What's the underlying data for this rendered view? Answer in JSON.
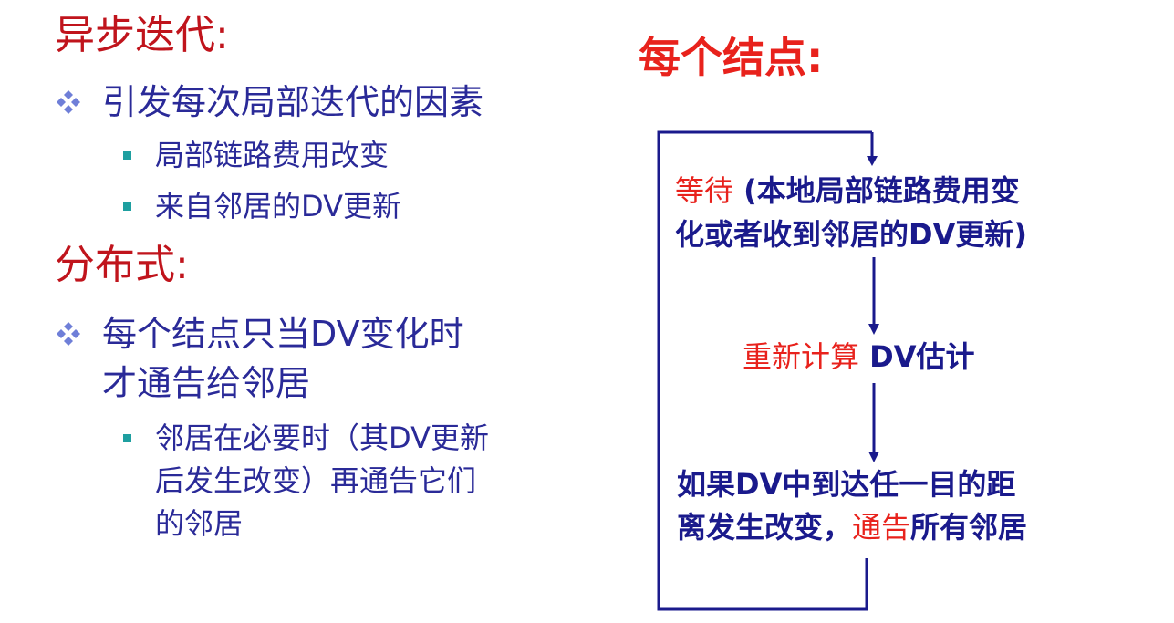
{
  "left": {
    "heading1": "异步迭代:",
    "bullet1": "引发每次局部迭代的因素",
    "sub1": [
      "局部链路费用改变",
      "来自邻居的DV更新"
    ],
    "heading2": "分布式:",
    "bullet2_line1": "每个结点只当DV变化时",
    "bullet2_line2": "才通告给邻居",
    "sub2_lines": [
      "邻居在必要时（其DV更新",
      "后发生改变）再通告它们",
      "的邻居"
    ]
  },
  "right": {
    "title": "每个结点:",
    "step1_red": "等待",
    "step1_line1_rest": " (本地局部链路费用变",
    "step1_line2": "化或者收到邻居的DV更新)",
    "step2_red": "重新计算",
    "step2_rest": " DV估计",
    "step3_line1": "如果DV中到达任一目的距",
    "step3_line2_a": "离发生改变，",
    "step3_line2_red": "通告",
    "step3_line2_b": "所有邻居"
  },
  "colors": {
    "heading_red": "#c0141c",
    "accent_red": "#e8221c",
    "text_navy": "#2a2a98",
    "flow_navy": "#1a1a8c",
    "bullet_teal": "#1e9fa0",
    "diamond_blue": "#6f7fd8"
  },
  "icons": {
    "bullet_l1": "four-diamond-bullet-icon",
    "bullet_l2": "square-bullet-icon",
    "arrow": "down-arrow-icon"
  }
}
